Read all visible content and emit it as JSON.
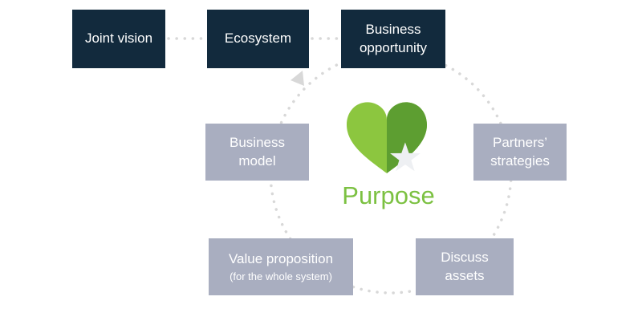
{
  "boxes": {
    "top": [
      {
        "label": "Joint vision"
      },
      {
        "label": "Ecosystem"
      },
      {
        "label": "Business opportunity"
      }
    ],
    "circle": [
      {
        "label": "Business model"
      },
      {
        "label": "Partners’ strategies"
      },
      {
        "label": "Value proposition",
        "sublabel": "(for the whole system)"
      },
      {
        "label": "Discuss assets"
      }
    ]
  },
  "center": {
    "label": "Purpose",
    "icon": "heart-star-icon"
  },
  "colors": {
    "navy_box": "#122a3d",
    "gray_box": "#a9aec0",
    "green_text": "#7cc142",
    "heart_light_green": "#8cc63f",
    "heart_dark_green": "#5d9e31",
    "star": "#eef0f3",
    "dotted_line": "#d8d8d8"
  }
}
